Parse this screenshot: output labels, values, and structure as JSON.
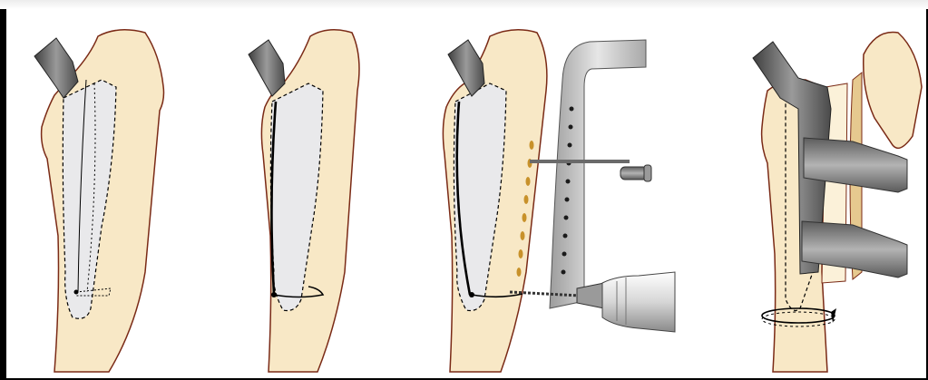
{
  "figure": {
    "panels": [
      {
        "id": "panel-1"
      },
      {
        "id": "panel-2"
      },
      {
        "id": "panel-3"
      },
      {
        "id": "panel-4"
      }
    ]
  },
  "colors": {
    "bone": "#f8e8c6",
    "bone_outline": "#7a2a16",
    "canal": "#e9e9eb",
    "metal_dark": "#4a4a4a",
    "metal_light": "#c9c9c9",
    "screw_hole": "#c8912a"
  },
  "icons": [
    "femur-bone-icon",
    "prosthesis-stem-icon",
    "osteotomy-guide-icon",
    "drill-icon",
    "bone-clamp-icon",
    "cerclage-wire-icon"
  ]
}
